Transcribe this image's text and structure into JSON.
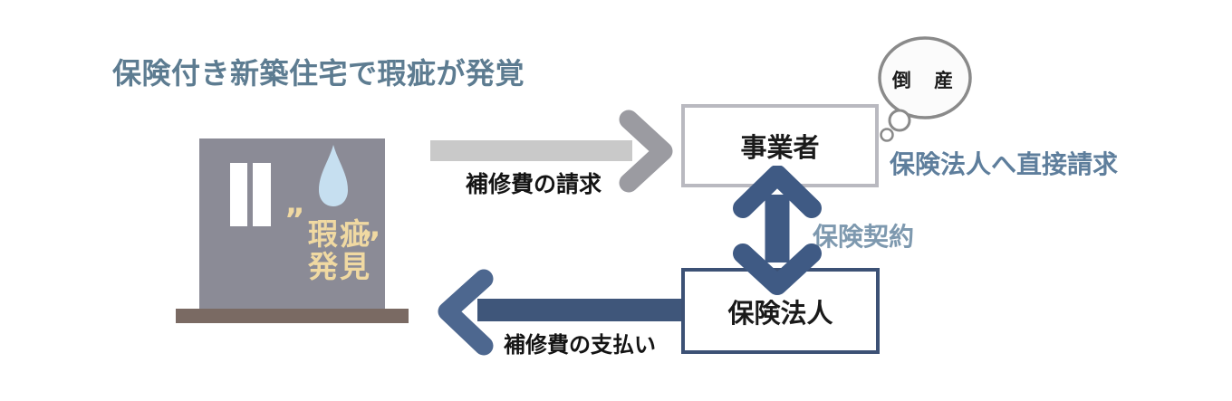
{
  "diagram": {
    "title": "保険付き新築住宅で瑕疵が発覚",
    "house": {
      "defect_line1": "瑕疵",
      "defect_line2": "発見",
      "open_quote": "”",
      "close_quote": "”"
    },
    "boxes": {
      "builder_label": "事業者",
      "insurer_label": "保険法人"
    },
    "bubble": {
      "text": "倒 産"
    },
    "arrows": {
      "claim": {
        "label": "補修費の請求",
        "direction": "right"
      },
      "payment": {
        "label": "補修費の支払い",
        "direction": "left"
      },
      "contract": {
        "label": "保険契約",
        "direction": "vertical-both"
      }
    },
    "direct_claim_label": "保険法人へ直接請求",
    "colors": {
      "title_text": "#5d7c91",
      "direct_claim_text": "#5e7e9c",
      "contract_text": "#7e99af",
      "contract_arrow": "#3f5a84",
      "payment_bar": "#3f567a",
      "payment_chevron": "#4d678f",
      "claim_bar": "#c9c9c9",
      "claim_chevron": "#9b9ba1",
      "house_body": "#8b8b96",
      "house_base": "#7a6a63",
      "water_drop": "#c6dff0",
      "defect_text": "#f0d9a2",
      "builder_box_border": "#b9b9c0",
      "insurer_box_border": "#3c5175"
    }
  }
}
